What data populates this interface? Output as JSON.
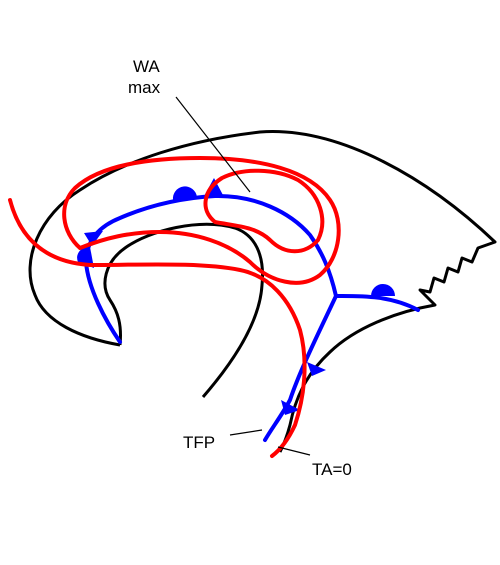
{
  "labels": {
    "wa_line1": "WA",
    "wa_line2": "max",
    "tfp": "TFP",
    "ta_zero": "TA=0"
  },
  "colors": {
    "outline": "#000000",
    "front": "#0000ff",
    "ta_contour": "#ff0000",
    "background": "#ffffff"
  },
  "symbols": {
    "front_type": "occluded front",
    "warm_front_symbol": "semicircle",
    "cold_front_symbol": "triangle"
  }
}
